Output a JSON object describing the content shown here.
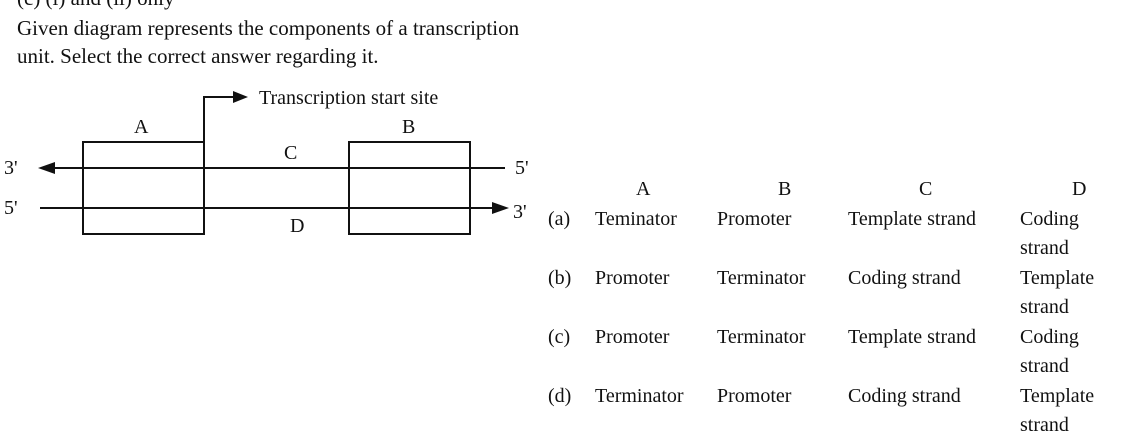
{
  "question": {
    "cut_line": "(c) (i) and (ii) only",
    "line1": "Given diagram represents the components of a transcription",
    "line2": "unit. Select the correct answer regarding it."
  },
  "diagram": {
    "start_site_label": "Transcription start site",
    "label_a": "A",
    "label_b": "B",
    "label_c": "C",
    "label_d": "D",
    "top_left_end": "3'",
    "top_right_end": "5'",
    "bottom_left_end": "5'",
    "bottom_right_end": "3'"
  },
  "options_table": {
    "headers": [
      "A",
      "B",
      "C",
      "D"
    ],
    "rows": [
      {
        "key": "(a)",
        "a": "Teminator",
        "b": "Promoter",
        "c": "Template strand",
        "d": "Coding strand"
      },
      {
        "key": "(b)",
        "a": "Promoter",
        "b": "Terminator",
        "c": "Coding strand",
        "d": "Template strand"
      },
      {
        "key": "(c)",
        "a": "Promoter",
        "b": "Terminator",
        "c": "Template strand",
        "d": "Coding strand"
      },
      {
        "key": "(d)",
        "a": "Terminator",
        "b": "Promoter",
        "c": "Coding strand",
        "d": "Template strand"
      }
    ]
  }
}
